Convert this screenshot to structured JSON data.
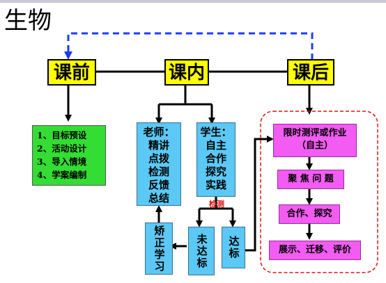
{
  "title": "生物",
  "stages": {
    "before": "课前",
    "during": "课内",
    "after": "课后"
  },
  "before_list": [
    "1、目标预设",
    "2、活动设计",
    "3、导入情境",
    "4、学案编制"
  ],
  "teacher_box": [
    "老师：",
    "精讲",
    "点拨",
    "检测",
    "反馈",
    "总结"
  ],
  "student_box": [
    "学生：",
    "自主",
    "合作",
    "探究",
    "实践"
  ],
  "check_label": "检测",
  "not_reached": "未达标",
  "reached": "达标",
  "correct_learn": "矫正学习",
  "after_steps": {
    "step1_line1": "限时测评或作业",
    "step1_line2": "（自主）",
    "step2": "聚 焦 问 题",
    "step3": "合作、探究",
    "step4": "展示、迁移、评价"
  },
  "colors": {
    "stage": "#ffff00",
    "plan": "#33dd33",
    "role": "#5bc8f5",
    "after": "#f25cf2",
    "loop": "#1a3cff",
    "frame": "#e01010"
  }
}
